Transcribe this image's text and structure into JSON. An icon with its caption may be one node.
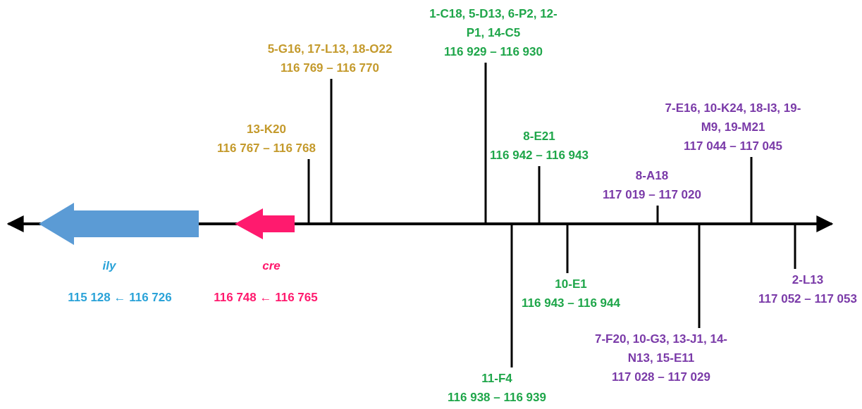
{
  "diagram": {
    "nodes": [
      {
        "text": [],
        "shape": "arrow",
        "beside": [
          "ily",
          "115 128 ← 116 726"
        ]
      },
      {
        "text": [],
        "shape": "arrow",
        "beside": [
          "cre",
          "116 748 ← 116 765"
        ]
      },
      {
        "text": [
          "13-K20",
          "116 767 – 116 768"
        ]
      },
      {
        "text": [
          "5-G16, 17-L13, 18-O22",
          "116 769 – 116 770"
        ]
      },
      {
        "text": [
          "1-C18, 5-D13, 6-P2, 12-P1, 14-C5",
          "116 929 – 116 930"
        ]
      },
      {
        "text": [
          "11-F4",
          "116 938 – 116 939"
        ]
      },
      {
        "text": [
          "8-E21",
          "116 942 – 116 943"
        ]
      },
      {
        "text": [
          "10-E1",
          "116 943 – 116 944"
        ]
      },
      {
        "text": [
          "8-A18",
          "117 019 – 117 020"
        ]
      },
      {
        "text": [
          "7-F20, 10-G3, 13-J1, 14-N13, 15-E11",
          "117 028 – 117 029"
        ]
      },
      {
        "text": [
          "7-E16, 10-K24, 18-I3, 19-M9, 19-M21",
          "117 044 – 117 045"
        ]
      },
      {
        "text": [
          "2-L13",
          "117 052 – 117 053"
        ]
      }
    ],
    "edges": [
      {
        "from": 2,
        "to": null,
        "arrow": "none"
      },
      {
        "from": 3,
        "to": null,
        "arrow": "none"
      },
      {
        "from": 4,
        "to": null,
        "arrow": "none"
      },
      {
        "from": 5,
        "to": null,
        "arrow": "none"
      },
      {
        "from": 6,
        "to": null,
        "arrow": "none"
      },
      {
        "from": 7,
        "to": null,
        "arrow": "none"
      },
      {
        "from": 8,
        "to": null,
        "arrow": "none"
      },
      {
        "from": 9,
        "to": null,
        "arrow": "none"
      },
      {
        "from": 10,
        "to": null,
        "arrow": "none"
      },
      {
        "from": 11,
        "to": null,
        "arrow": "none"
      }
    ]
  }
}
